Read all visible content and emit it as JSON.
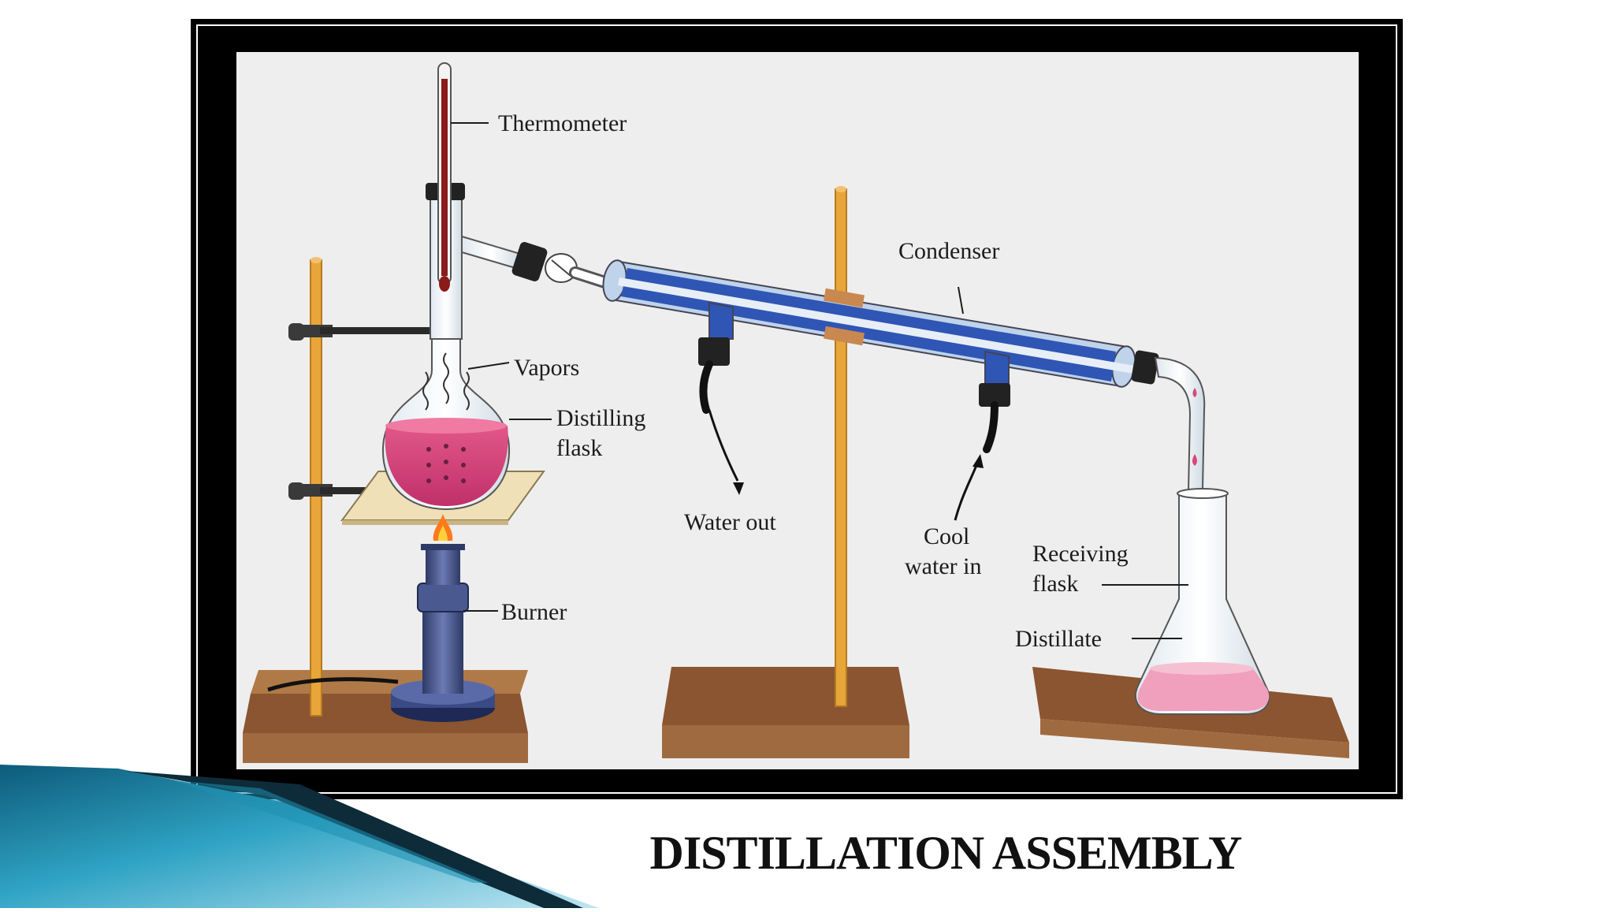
{
  "slide": {
    "title": "DISTILLATION ASSEMBLY"
  },
  "diagram": {
    "labels": {
      "thermometer": "Thermometer",
      "condenser": "Condenser",
      "vapors": "Vapors",
      "distilling_flask_1": "Distilling",
      "distilling_flask_2": "flask",
      "water_out": "Water out",
      "cool_water_in_1": "Cool",
      "cool_water_in_2": "water in",
      "receiving_flask_1": "Receiving",
      "receiving_flask_2": "flask",
      "distillate": "Distillate",
      "burner": "Burner"
    },
    "colors": {
      "frame": "#000000",
      "background": "#eeeeee",
      "liquid": "#d94878",
      "coolant": "#2f55b5",
      "stand_rod": "#e8a53a",
      "base": "#a06a40",
      "burner": "#4a5a90",
      "flame": "#ff7a1a"
    }
  },
  "decoration": {
    "accent_teal": "#1f8fb0",
    "accent_dark": "#0e2b3a"
  }
}
